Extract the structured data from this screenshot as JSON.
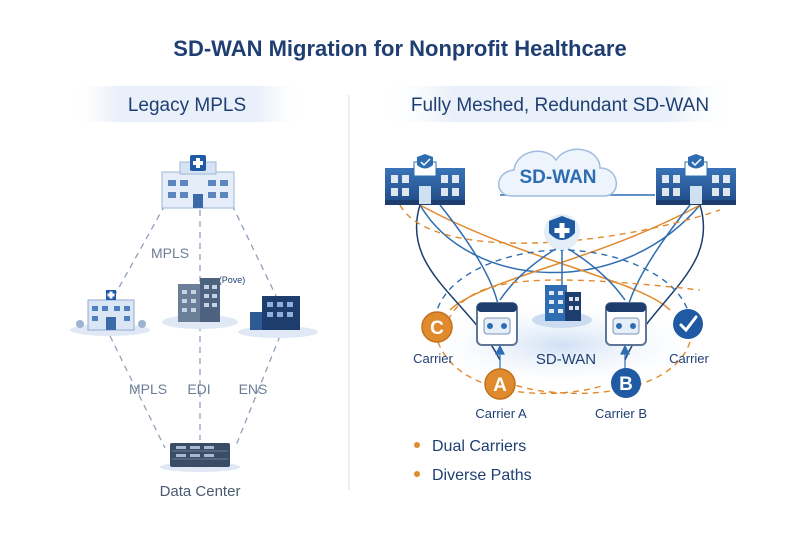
{
  "title": "SD-WAN Migration for Nonprofit Healthcare",
  "left": {
    "heading": "Legacy MPLS",
    "link_label_top": "MPLS",
    "small_label": "(Pove)",
    "link_labels_bottom": [
      "MPLS",
      "EDI",
      "ENS"
    ],
    "data_center_label": "Data Center"
  },
  "right": {
    "heading": "Fully Meshed, Redundant SD-WAN",
    "cloud_label": "SD-WAN",
    "hub_label": "SD-WAN",
    "carrier_c": {
      "letter": "C",
      "label": "Carrier"
    },
    "carrier_check": {
      "label": "Carrier"
    },
    "carrier_a": {
      "letter": "A",
      "label": "Carrier A"
    },
    "carrier_b": {
      "letter": "B",
      "label": "Carrier B"
    },
    "bullets": [
      "Dual Carriers",
      "Diverse Paths"
    ]
  },
  "colors": {
    "title": "#1f3f73",
    "navy": "#1c3d6e",
    "blue": "#2f6db3",
    "orange": "#e08a2e",
    "light_blue": "#dde9f7",
    "gray_text": "#4a5a70"
  }
}
